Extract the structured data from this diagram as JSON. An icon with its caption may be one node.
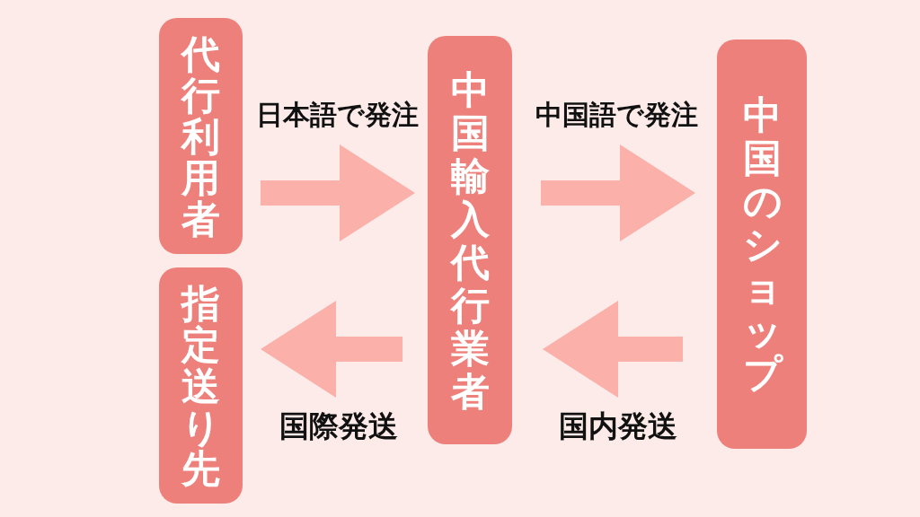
{
  "diagram": {
    "nodes": [
      {
        "text": [
          "代行利用者"
        ]
      },
      {
        "text": [
          "指定送り先"
        ]
      },
      {
        "text": [
          "中国輸入代行業者"
        ]
      },
      {
        "text": [
          "中国のショップ"
        ]
      }
    ],
    "edges": [
      {
        "from": 0,
        "to": 2,
        "arrow": "to",
        "label": "日本語で発注"
      },
      {
        "from": 2,
        "to": 3,
        "arrow": "to",
        "label": "中国語で発注"
      },
      {
        "from": 2,
        "to": 1,
        "arrow": "to",
        "label": "国際発送"
      },
      {
        "from": 3,
        "to": 2,
        "arrow": "to",
        "label": "国内発送"
      }
    ]
  }
}
